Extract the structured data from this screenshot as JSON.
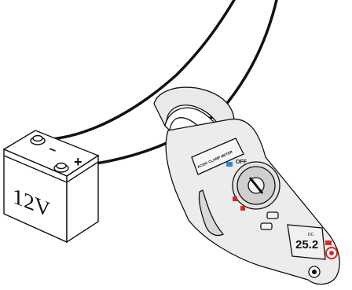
{
  "battery": {
    "voltage_label": "12V",
    "positive_sign": "+",
    "negative_sign": "−"
  },
  "meter": {
    "jaw_label": "AC/DC CLAMP METER",
    "off_label": "OFF",
    "display_reading": "25.2",
    "display_mode": "DC"
  },
  "colors": {
    "stroke": "#111111",
    "accent_red": "#d62828",
    "accent_blue": "#2a8ad8",
    "display_bg": "#f1f1f1"
  },
  "icons": [
    "battery-icon",
    "clamp-meter-icon",
    "rotary-dial-icon",
    "lcd-display-icon",
    "probe-jack-icon"
  ]
}
